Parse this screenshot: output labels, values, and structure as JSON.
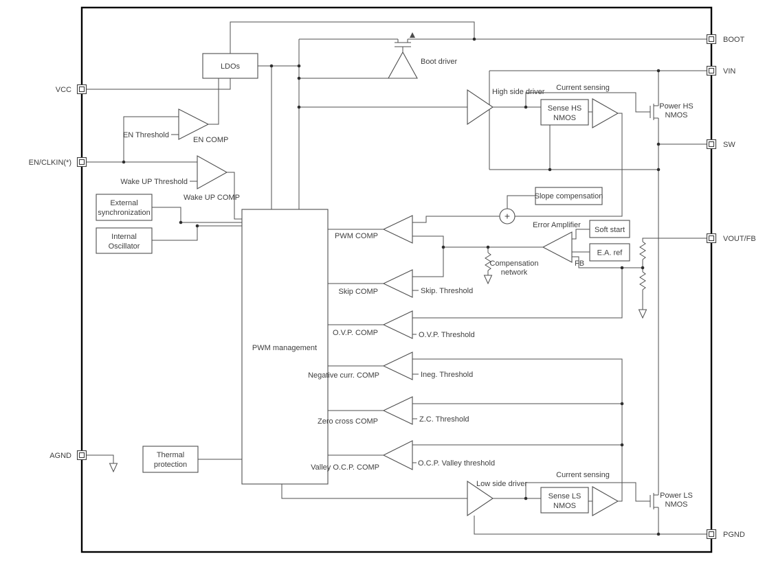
{
  "pins": {
    "vcc": "VCC",
    "en_clkin": "EN/CLKIN(*)",
    "agnd": "AGND",
    "boot": "BOOT",
    "vin": "VIN",
    "sw": "SW",
    "vout_fb": "VOUT/FB",
    "pgnd": "PGND"
  },
  "blocks": {
    "ldos": "LDOs",
    "external_sync": [
      "External",
      "synchronization"
    ],
    "internal_osc": [
      "Internal",
      "Oscillator"
    ],
    "pwm_management": "PWM management",
    "slope_compensation": "Slope compensation",
    "soft_start": "Soft start",
    "ea_ref": "E.A. ref",
    "thermal_protection": [
      "Thermal",
      "protection"
    ],
    "sense_hs_nmos": [
      "Sense HS",
      "NMOS"
    ],
    "sense_ls_nmos": [
      "Sense LS",
      "NMOS"
    ]
  },
  "labels": {
    "en_threshold": "EN Threshold",
    "en_comp": "EN COMP",
    "wake_up_threshold": "Wake UP Threshold",
    "wake_up_comp": "Wake UP COMP",
    "boot_driver": "Boot driver",
    "high_side_driver": "High side driver",
    "current_sensing_hs": "Current sensing",
    "current_sensing_ls": "Current sensing",
    "power_hs_nmos": [
      "Power HS",
      "NMOS"
    ],
    "power_ls_nmos": [
      "Power LS",
      "NMOS"
    ],
    "error_amplifier": "Error Amplifier",
    "fb": "FB",
    "compensation_network": [
      "Compensation",
      "network"
    ],
    "pwm_comp": "PWM COMP",
    "skip_comp": "Skip COMP",
    "skip_threshold": "Skip. Threshold",
    "ovp_comp": "O.V.P. COMP",
    "ovp_threshold": "O.V.P. Threshold",
    "neg_curr_comp": "Negative curr. COMP",
    "ineg_threshold": "Ineg. Threshold",
    "zero_cross_comp": "Zero cross COMP",
    "zc_threshold": "Z.C. Threshold",
    "valley_ocp_comp": "Valley O.C.P. COMP",
    "ocp_valley_threshold": "O.C.P. Valley threshold",
    "low_side_driver": "Low side driver",
    "plus": "+"
  },
  "colors": {
    "line": "#4d4d4d",
    "border": "#000000",
    "background": "#ffffff"
  }
}
